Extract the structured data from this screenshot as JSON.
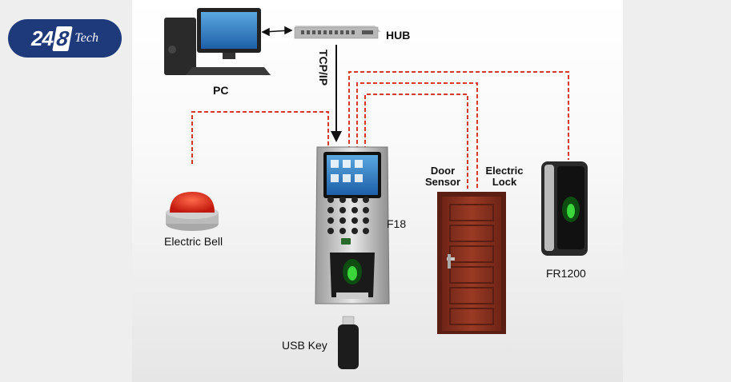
{
  "logo": {
    "part1": "24",
    "part2": "8",
    "part3": "Tech"
  },
  "labels": {
    "hub": "HUB",
    "pc": "PC",
    "tcpip": "TCP/IP",
    "f18": "F18",
    "electric_bell": "Electric Bell",
    "door_sensor_line1": "Door",
    "door_sensor_line2": "Sensor",
    "electric_lock_line1": "Electric",
    "electric_lock_line2": "Lock",
    "fr1200": "FR1200",
    "usb_key": "USB Key"
  },
  "colors": {
    "wire": "#d9382c",
    "logo_bg": "#1f3a7a",
    "door": "#8a2f1e"
  },
  "icons": [
    "pc-icon",
    "hub-icon",
    "bell-icon",
    "f18-terminal-icon",
    "door-icon",
    "fr1200-reader-icon",
    "usb-key-icon"
  ]
}
